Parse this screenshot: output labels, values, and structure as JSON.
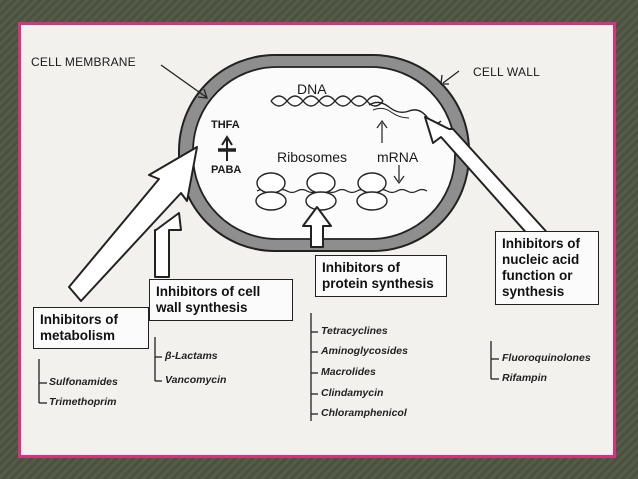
{
  "labels": {
    "cell_membrane": "CELL MEMBRANE",
    "cell_wall": "CELL WALL",
    "dna": "DNA",
    "thfa": "THFA",
    "paba": "PABA",
    "ribosomes": "Ribosomes",
    "mrna": "mRNA"
  },
  "groups": {
    "metabolism": {
      "title_line1": "Inhibitors of",
      "title_line2": "metabolism",
      "drugs": [
        "Sulfonamides",
        "Trimethoprim"
      ]
    },
    "cell_wall": {
      "title_line1": "Inhibitors of cell",
      "title_line2": "wall synthesis",
      "drugs": [
        "β-Lactams",
        "Vancomycin"
      ]
    },
    "protein": {
      "title_line1": "Inhibitors of",
      "title_line2": "protein synthesis",
      "drugs": [
        "Tetracyclines",
        "Aminoglycosides",
        "Macrolides",
        "Clindamycin",
        "Chloramphenicol"
      ]
    },
    "nucleic": {
      "title_line1": "Inhibitors of",
      "title_line2": "nucleic acid",
      "title_line3": "function or",
      "title_line4": "synthesis",
      "drugs": [
        "Fluoroquinolones",
        "Rifampin"
      ]
    }
  },
  "colors": {
    "frame": "#d6337c",
    "background": "#4d5440",
    "slide": "#f3f1ee"
  }
}
